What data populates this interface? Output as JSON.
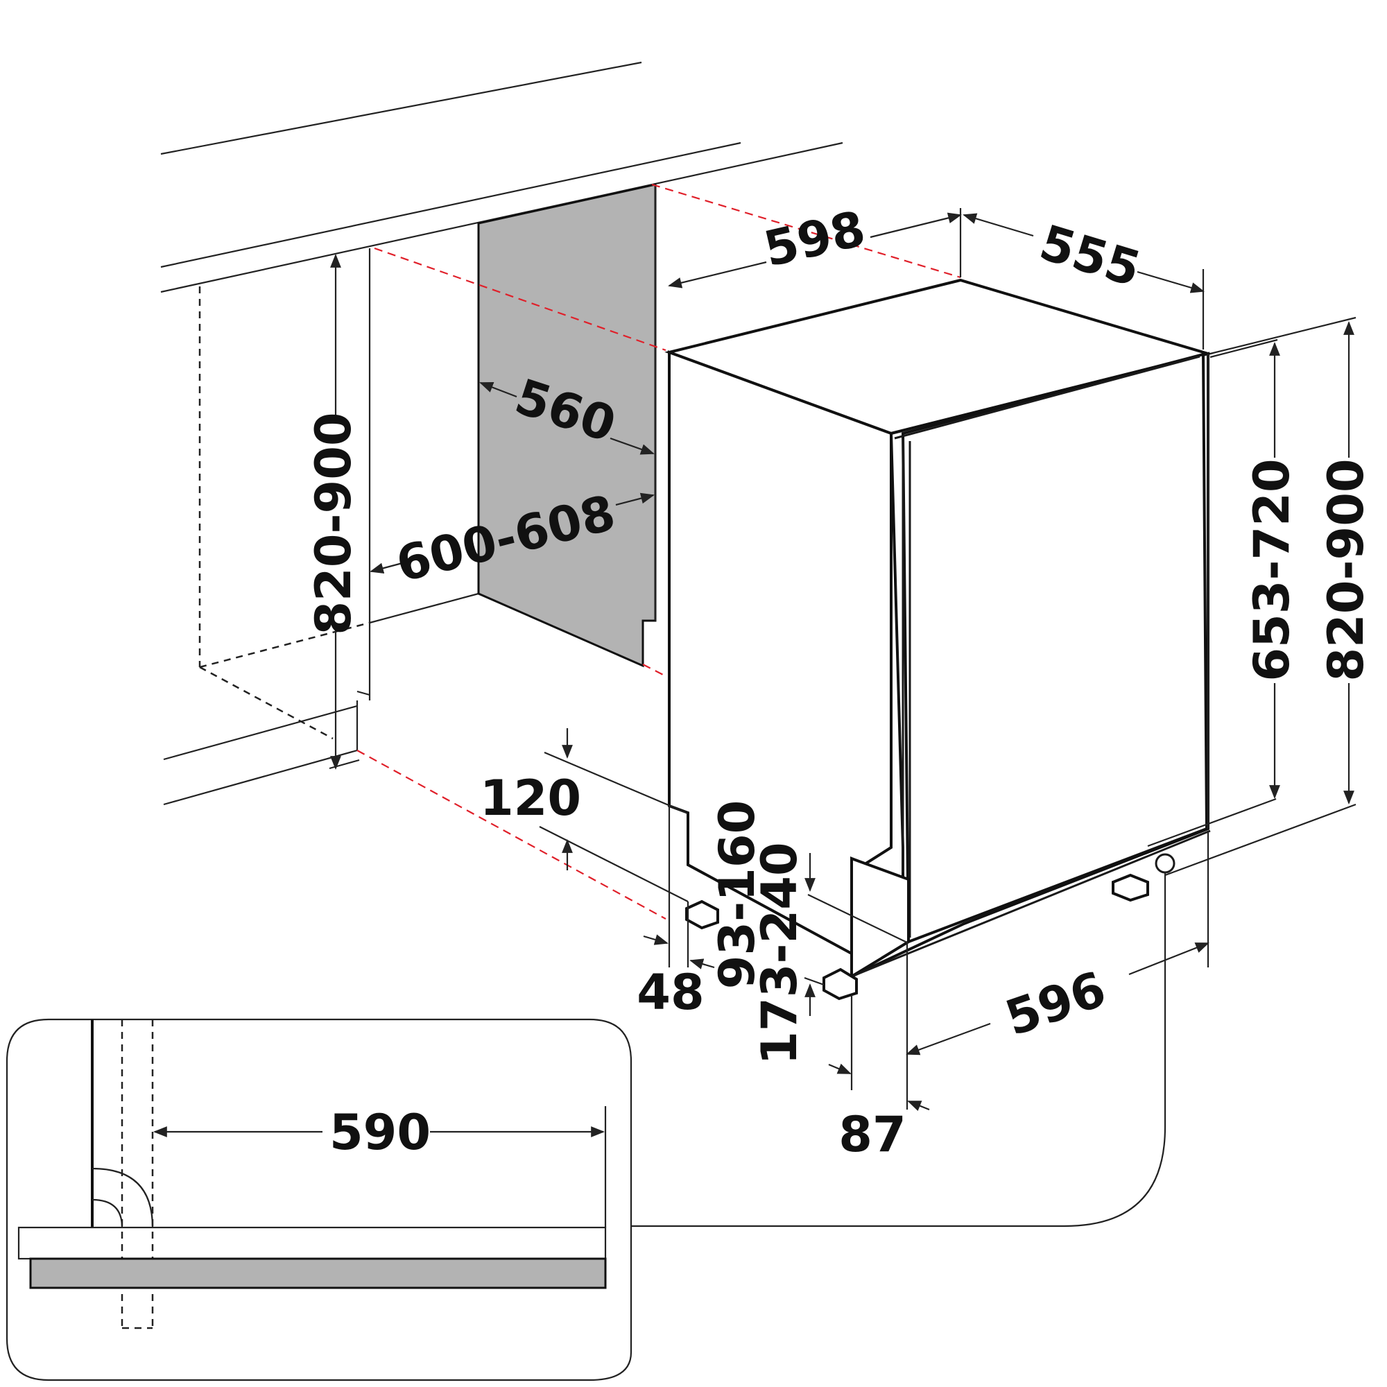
{
  "dimensions": {
    "d598": "598",
    "d555": "555",
    "d560": "560",
    "d600_608": "600-608",
    "d820_900_left": "820-900",
    "d653_720": "653-720",
    "d820_900_right": "820-900",
    "d120": "120",
    "d93_160": "93-160",
    "d173_240": "173-240",
    "d48": "48",
    "d596": "596",
    "d87": "87",
    "d590": "590"
  },
  "colors": {
    "line": "#111111",
    "panel_fill": "#b3b3b3",
    "guide_dash": "#e0202a"
  }
}
